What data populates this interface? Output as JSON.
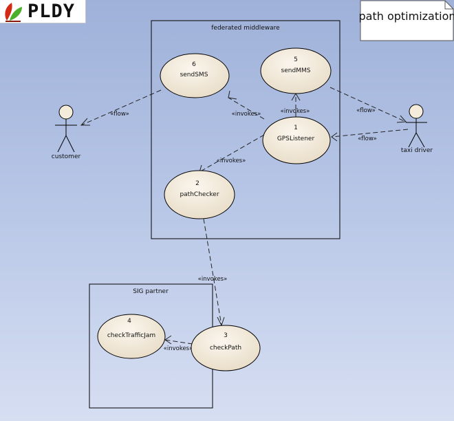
{
  "logo": {
    "text": "PLDY"
  },
  "note": {
    "text": "path optimization"
  },
  "boundaries": {
    "middleware": "federated middleware",
    "sig": "SIG partner"
  },
  "use_cases": {
    "uc1": {
      "number": "1",
      "name": "GPSListener"
    },
    "uc2": {
      "number": "2",
      "name": "pathChecker"
    },
    "uc3": {
      "number": "3",
      "name": "checkPath"
    },
    "uc4": {
      "number": "4",
      "name": "checkTrafficJam"
    },
    "uc5": {
      "number": "5",
      "name": "sendMMS"
    },
    "uc6": {
      "number": "6",
      "name": "sendSMS"
    }
  },
  "actors": {
    "customer": "customer",
    "taxi": "taxi driver"
  },
  "relations": {
    "invokes": "«invokes»",
    "flow": "«flow»"
  },
  "colors": {
    "usecase_fill": "#f2e8d8",
    "usecase_stroke": "#000000",
    "actor_head": "#f5ecdc",
    "note_fill": "#ffffff",
    "logo_red": "#d42a14",
    "logo_green": "#4caf2c"
  }
}
